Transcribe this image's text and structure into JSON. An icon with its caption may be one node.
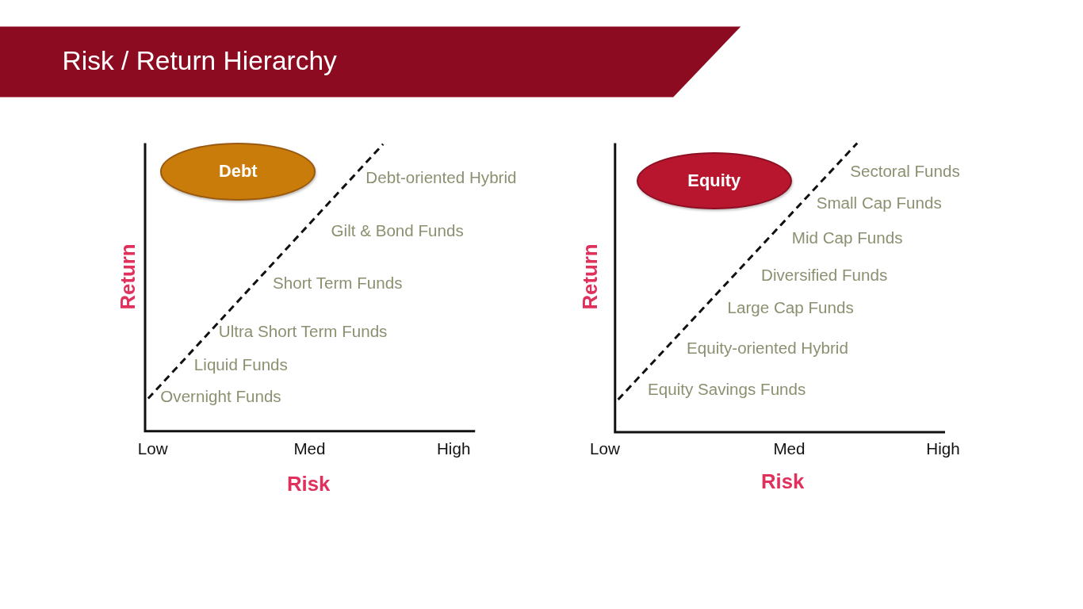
{
  "diagram": {
    "title": "Risk / Return Hierarchy",
    "nodes": [
      {
        "text": [
          "Debt"
        ]
      },
      {
        "text": [
          "Equity"
        ]
      }
    ],
    "labels": [
      "Return",
      "Debt-oriented Hybrid",
      "Gilt & Bond Funds",
      "Short Term Funds",
      "Ultra Short Term Funds",
      "Liquid Funds",
      "Overnight Funds",
      "Low",
      "Med",
      "High",
      "Risk",
      "Return",
      "Sectoral Funds",
      "Small Cap Funds",
      "Mid Cap Funds",
      "Diversified Funds",
      "Large Cap Funds",
      "Equity-oriented Hybrid",
      "Equity Savings Funds",
      "Low",
      "Med",
      "High",
      "Risk"
    ]
  }
}
